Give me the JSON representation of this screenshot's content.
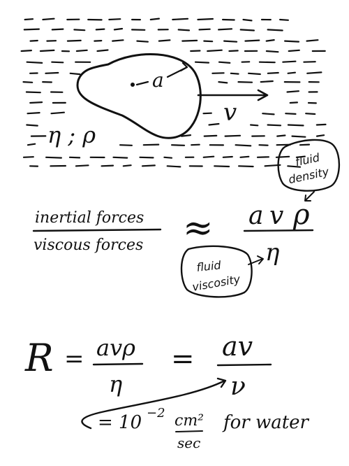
{
  "fluid_region": {
    "radius_label": "a",
    "velocity_label": "v",
    "properties_label": "η ; ρ"
  },
  "ratio": {
    "numerator": "inertial forces",
    "denominator": "viscous forces",
    "approx": "≈",
    "rhs_numerator_a": "a",
    "rhs_numerator_v": "v",
    "rhs_numerator_rho": "ρ",
    "rhs_denominator": "η"
  },
  "annotations": {
    "density_line1": "fluid",
    "density_line2": "density",
    "viscosity_line1": "fluid",
    "viscosity_line2": "viscosity"
  },
  "reynolds": {
    "symbol": "R",
    "equals": "=",
    "frac1_numerator": "avρ",
    "frac1_denominator": "η",
    "equals2": "=",
    "frac2_numerator": "av",
    "frac2_denominator": "ν",
    "note_prefix": "= 10",
    "note_exponent": "−2",
    "note_unit_numerator": "cm²",
    "note_unit_denominator": "sec",
    "note_suffix": "for water"
  }
}
